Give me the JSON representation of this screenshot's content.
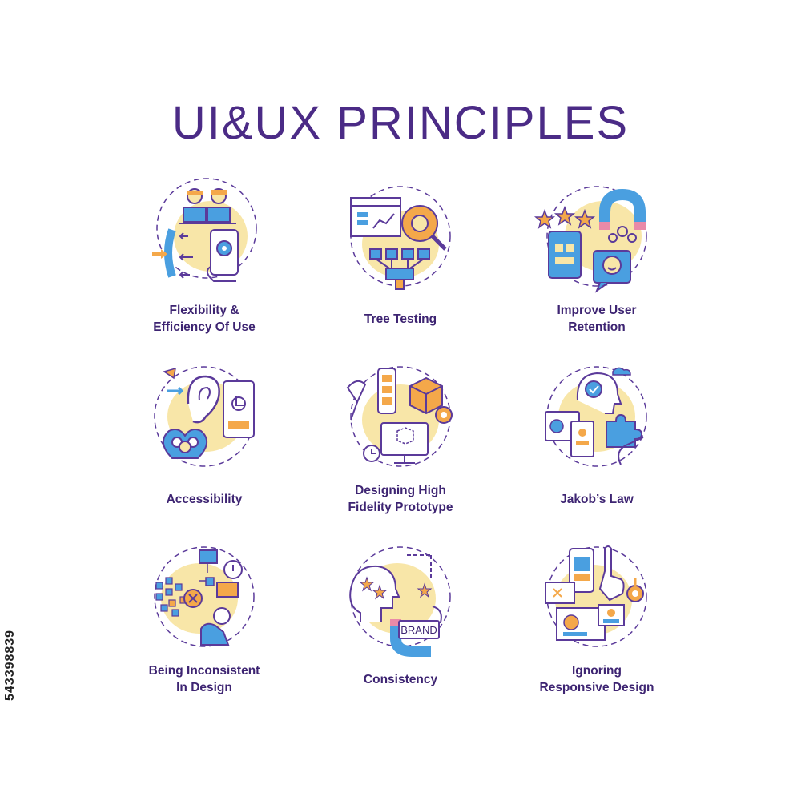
{
  "title": "UI&UX PRINCIPLES",
  "colors": {
    "purple": "#5b3a9a",
    "yellow": "#f8e6a8",
    "blue": "#4a9fe0",
    "orange": "#f4a84a",
    "pink": "#e98aa8"
  },
  "items": [
    {
      "label": "Flexibility &\nEfficiency Of Use",
      "icon": "flexibility-icon"
    },
    {
      "label": "Tree Testing",
      "icon": "tree-testing-icon"
    },
    {
      "label": "Improve User\nRetention",
      "icon": "user-retention-icon"
    },
    {
      "label": "Accessibility",
      "icon": "accessibility-icon"
    },
    {
      "label": "Designing High\nFidelity Prototype",
      "icon": "prototype-icon"
    },
    {
      "label": "Jakob’s Law",
      "icon": "jakobs-law-icon"
    },
    {
      "label": "Being Inconsistent\nIn Design",
      "icon": "inconsistent-design-icon"
    },
    {
      "label": "Consistency",
      "icon": "consistency-icon"
    },
    {
      "label": "Ignoring\nResponsive Design",
      "icon": "responsive-design-icon"
    }
  ],
  "brand_text": "BRAND",
  "stock_id": "543398839"
}
